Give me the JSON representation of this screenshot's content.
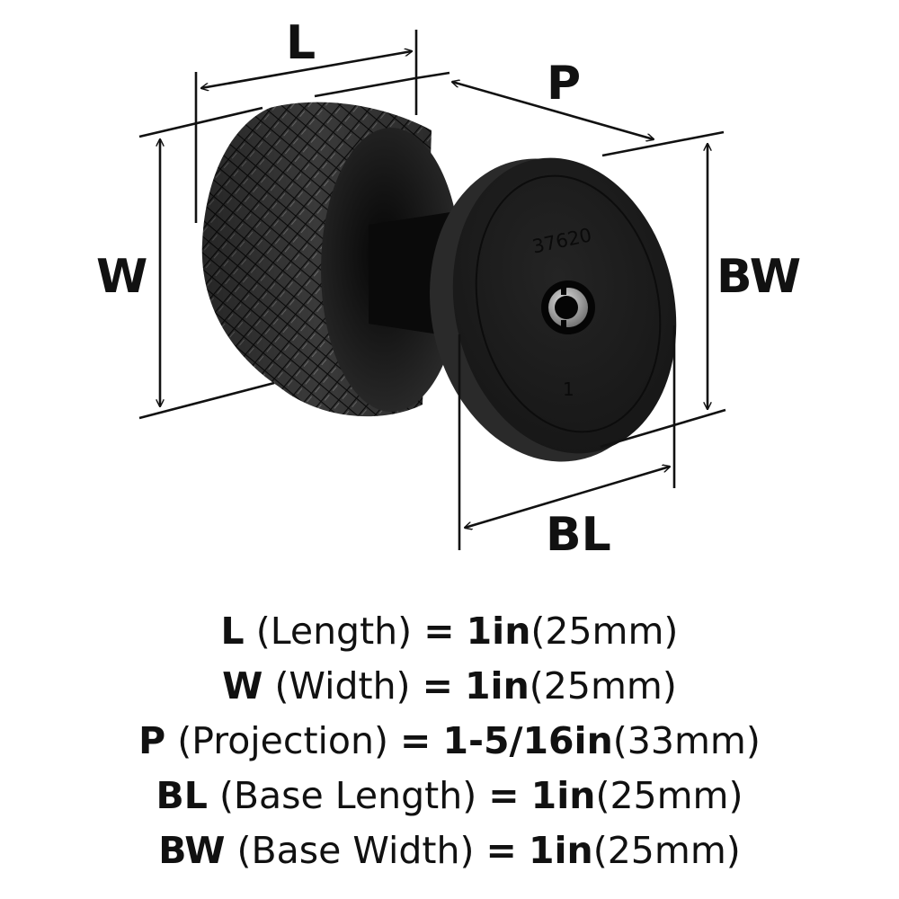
{
  "diagram": {
    "product": "knurled cabinet knob with round base",
    "part_number_engraving": "37620",
    "base_mark_engraving": "1",
    "colors": {
      "background": "#ffffff",
      "line": "#111111",
      "knob_body": "#2a2a2a",
      "knob_dark": "#0d0d0d",
      "base_face": "#1f1f1f",
      "screw_insert": "#a8a8a8"
    },
    "dimension_labels": {
      "L": "L",
      "W": "W",
      "P": "P",
      "BW": "BW",
      "BL": "BL"
    }
  },
  "specs": [
    {
      "abbr": "L",
      "desc": "(Length)",
      "eq": "=",
      "inch": "1in",
      "mm": "(25mm)"
    },
    {
      "abbr": "W",
      "desc": "(Width)",
      "eq": "=",
      "inch": "1in",
      "mm": "(25mm)"
    },
    {
      "abbr": "P",
      "desc": "(Projection)",
      "eq": "=",
      "inch": "1-5/16in",
      "mm": "(33mm)"
    },
    {
      "abbr": "BL",
      "desc": "(Base Length)",
      "eq": "=",
      "inch": "1in",
      "mm": "(25mm)"
    },
    {
      "abbr": "BW",
      "desc": "(Base Width)",
      "eq": "=",
      "inch": "1in",
      "mm": "(25mm)"
    }
  ]
}
